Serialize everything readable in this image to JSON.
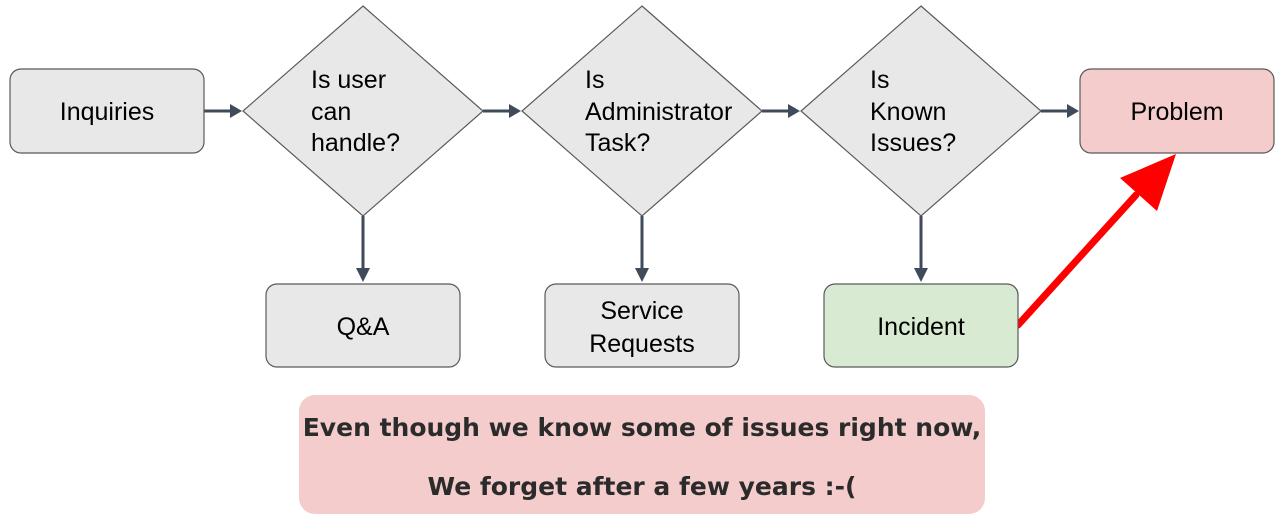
{
  "colors": {
    "box_fill": "#e8e8e8",
    "box_stroke": "#595959",
    "connector": "#3f4a5a",
    "highlight_arrow": "#ff0000",
    "problem_fill": "#f4cccc",
    "incident_fill": "#d9ead3",
    "note_fill": "#f4cccc",
    "note_text": "#2b2b2b"
  },
  "nodes": {
    "inquiries": {
      "label": "Inquiries"
    },
    "decision_user": {
      "line1": "Is user",
      "line2": "can",
      "line3": "handle?"
    },
    "decision_admin": {
      "line1": "Is",
      "line2": "Administrator",
      "line3": "Task?"
    },
    "decision_known": {
      "line1": "Is",
      "line2": "Known",
      "line3": "Issues?"
    },
    "problem": {
      "label": "Problem"
    },
    "qa": {
      "label": "Q&A"
    },
    "service_requests": {
      "line1": "Service",
      "line2": "Requests"
    },
    "incident": {
      "label": "Incident"
    }
  },
  "note": {
    "line1": "Even though we know some of issues right now,",
    "line2": "We forget after a few years :-("
  }
}
